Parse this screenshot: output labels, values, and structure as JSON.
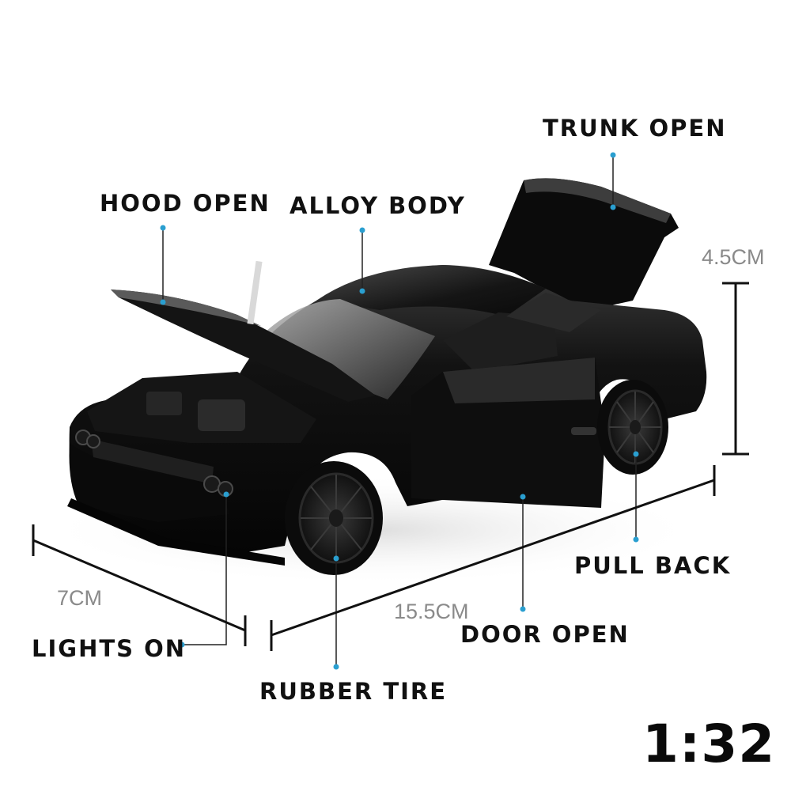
{
  "labels": {
    "trunk_open": "TRUNK OPEN",
    "hood_open": "HOOD OPEN",
    "alloy_body": "ALLOY BODY",
    "pull_back": "PULL BACK",
    "door_open": "DOOR OPEN",
    "lights_on": "LIGHTS ON",
    "rubber_tire": "RUBBER TIRE"
  },
  "dimensions": {
    "height": "4.5CM",
    "width": "7CM",
    "length": "15.5CM"
  },
  "scale": "1:32",
  "colors": {
    "leader_dot": "#2a9fd0",
    "leader_line": "#222222",
    "dimension_line": "#111111",
    "car_body": "#0d0d0d"
  }
}
